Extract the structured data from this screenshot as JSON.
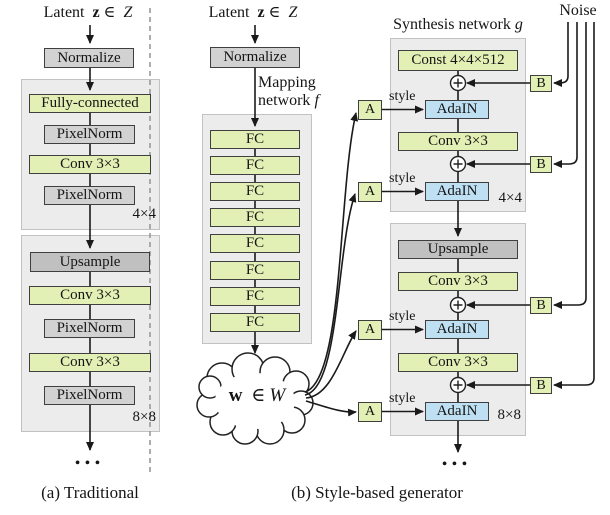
{
  "panel_a": {
    "latent": {
      "word": "Latent",
      "var": "z",
      "rel": "∈",
      "set": "Z"
    },
    "normalize": "Normalize",
    "block_4": {
      "layers": [
        "Fully-connected",
        "PixelNorm",
        "Conv 3×3",
        "PixelNorm"
      ],
      "size": "4×4"
    },
    "block_8": {
      "layers": [
        "Upsample",
        "Conv 3×3",
        "PixelNorm",
        "Conv 3×3",
        "PixelNorm"
      ],
      "size": "8×8"
    },
    "ellipsis": "•••",
    "caption": "(a) Traditional"
  },
  "panel_b": {
    "latent": {
      "word": "Latent",
      "var": "z",
      "rel": "∈",
      "set": "Z"
    },
    "normalize": "Normalize",
    "mapping": {
      "line1": "Mapping",
      "line2": "network",
      "var": "f"
    },
    "fc": [
      "FC",
      "FC",
      "FC",
      "FC",
      "FC",
      "FC",
      "FC",
      "FC"
    ],
    "w": {
      "var": "w",
      "rel": "∈",
      "set": "W"
    },
    "synthesis": {
      "text": "Synthesis network",
      "var": "g"
    },
    "noise": "Noise",
    "style": "style",
    "a": "A",
    "b": "B",
    "block_4": {
      "const": "Const 4×4×512",
      "adain": "AdaIN",
      "conv": "Conv 3×3",
      "size": "4×4"
    },
    "block_8": {
      "up": "Upsample",
      "conv": "Conv 3×3",
      "adain": "AdaIN",
      "size": "8×8"
    },
    "ellipsis": "•••",
    "caption": "(b) Style-based generator"
  },
  "colors": {
    "layer_green": "#e2f0b5",
    "layer_gray": "#d2d2d2",
    "layer_dark_gray": "#c0c0c0",
    "adain_blue": "#bee0f2",
    "container_fill": "#ececec",
    "line": "#1a1a1a"
  }
}
